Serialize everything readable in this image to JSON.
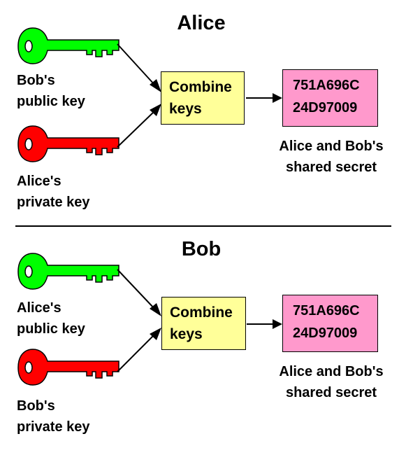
{
  "colors": {
    "public_key": "#00ff00",
    "private_key": "#ff0000",
    "combine_box": "#ffff99",
    "secret_box": "#ff99cc"
  },
  "sections": {
    "alice": {
      "title": "Alice",
      "key1_label": [
        "Bob's",
        "public key"
      ],
      "key2_label": [
        "Alice's",
        "private key"
      ],
      "combine": [
        "Combine",
        "keys"
      ],
      "secret": [
        "751A696C",
        "24D97009"
      ],
      "caption": [
        "Alice and Bob's",
        "shared secret"
      ]
    },
    "bob": {
      "title": "Bob",
      "key1_label": [
        "Alice's",
        "public key"
      ],
      "key2_label": [
        "Bob's",
        "private key"
      ],
      "combine": [
        "Combine",
        "keys"
      ],
      "secret": [
        "751A696C",
        "24D97009"
      ],
      "caption": [
        "Alice and Bob's",
        "shared secret"
      ]
    }
  }
}
